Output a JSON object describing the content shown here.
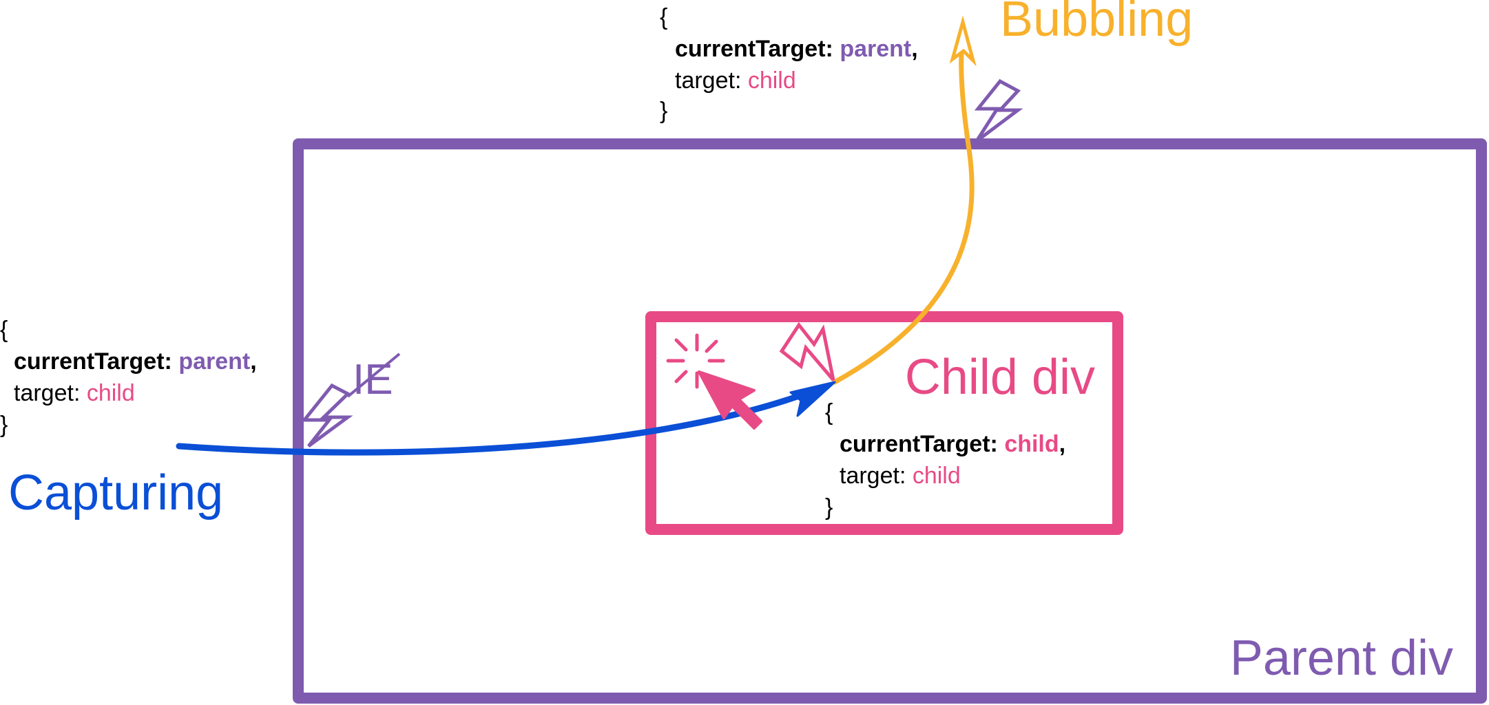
{
  "colors": {
    "parent": "#7f5bb0",
    "child": "#e84a86",
    "capturing": "#0a4fd6",
    "bubbling": "#f8b12c",
    "text": "#000000"
  },
  "parent_box": {
    "label": "Parent div"
  },
  "child_box": {
    "label": "Child div"
  },
  "phases": {
    "capturing": "Capturing",
    "bubbling": "Bubbling"
  },
  "ie_note": "IE",
  "event_objects": {
    "capture": {
      "open": "{",
      "current_key": "currentTarget:",
      "current_value": "parent",
      "comma": ",",
      "target_key": "target:",
      "target_value": "child",
      "close": "}"
    },
    "at_target": {
      "open": "{",
      "current_key": "currentTarget:",
      "current_value": "child",
      "comma": ",",
      "target_key": "target:",
      "target_value": "child",
      "close": "}"
    },
    "bubble": {
      "open": "{",
      "current_key": "currentTarget:",
      "current_value": "parent",
      "comma": ",",
      "target_key": "target:",
      "target_value": "child",
      "close": "}"
    }
  },
  "icons": {
    "lightning": "lightning-icon",
    "cursor": "mouse-pointer-icon",
    "click": "click-burst-icon"
  }
}
